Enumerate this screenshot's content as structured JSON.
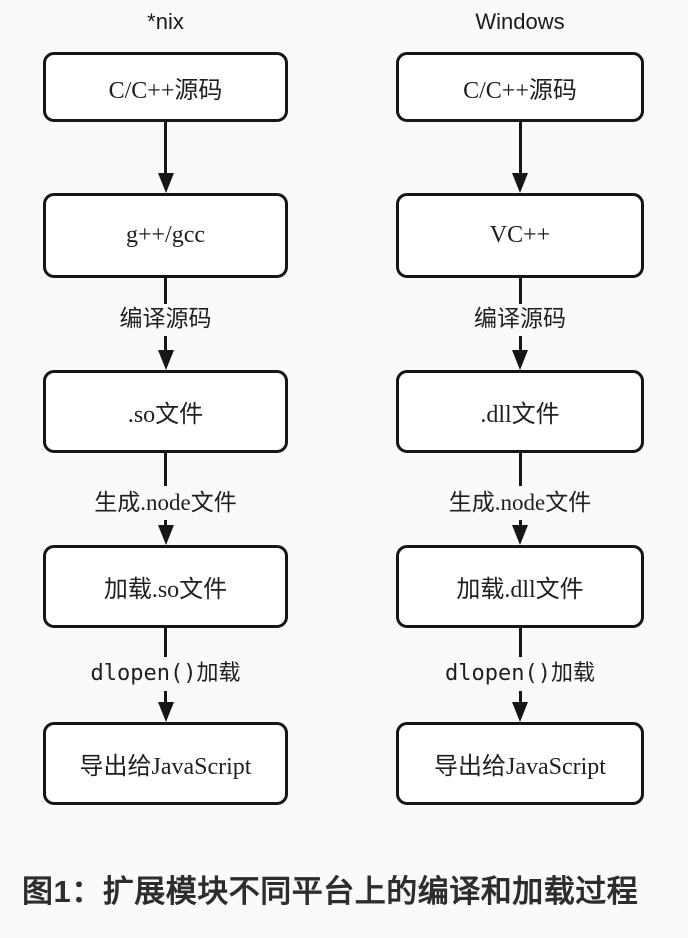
{
  "theme": {
    "bg": "#fafafa",
    "stroke": "#161616",
    "box_fill": "#ffffff",
    "text": "#1f1f1f",
    "caption": "#2d2d2d"
  },
  "diagram": {
    "type": "flowchart",
    "columns": [
      {
        "title": "*nix",
        "boxes": [
          "C/C++源码",
          "g++/gcc",
          ".so文件",
          "加载.so文件",
          "导出给JavaScript"
        ],
        "arrow_labels": [
          "编译源码",
          "生成.node文件",
          "dlopen()加载"
        ]
      },
      {
        "title": "Windows",
        "boxes": [
          "C/C++源码",
          "VC++",
          ".dll文件",
          "加载.dll文件",
          "导出给JavaScript"
        ],
        "arrow_labels": [
          "编译源码",
          "生成.node文件",
          "dlopen()加载"
        ]
      }
    ]
  },
  "caption": {
    "text": "图1：扩展模块不同平台上的编译和加载过程"
  }
}
